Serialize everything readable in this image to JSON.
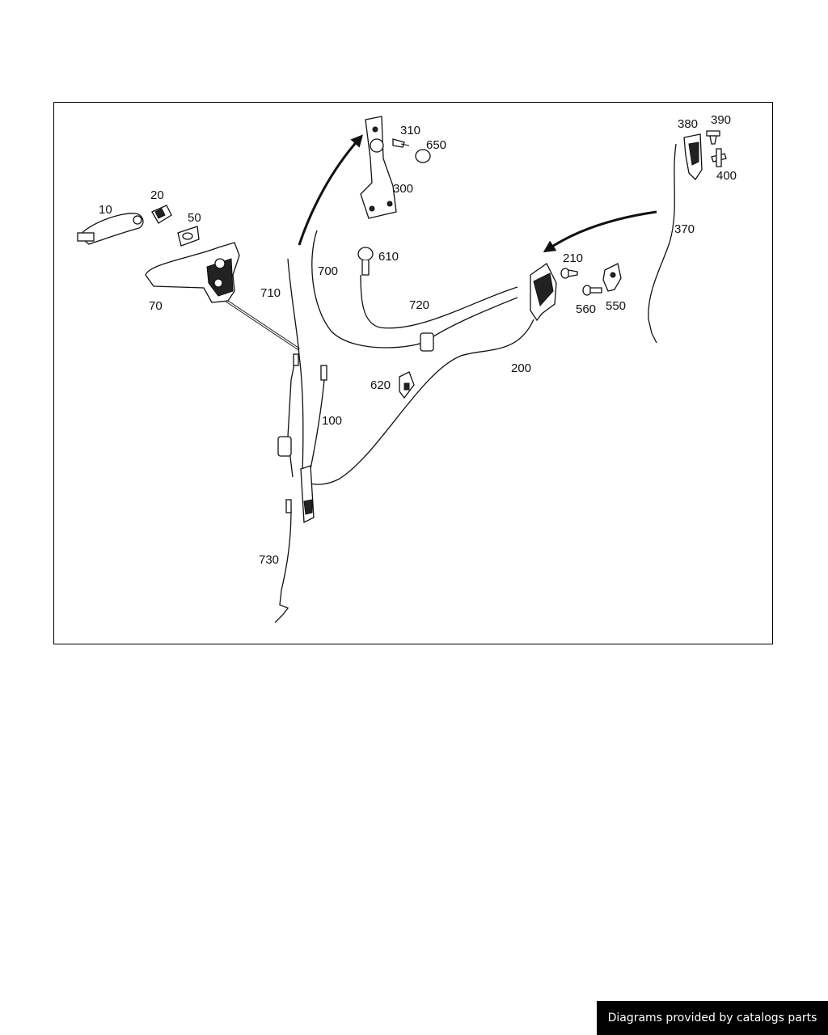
{
  "callouts": {
    "c10": "10",
    "c20": "20",
    "c50": "50",
    "c70": "70",
    "c100": "100",
    "c200": "200",
    "c210": "210",
    "c300": "300",
    "c310": "310",
    "c370": "370",
    "c380": "380",
    "c390": "390",
    "c400": "400",
    "c550": "550",
    "c560": "560",
    "c610": "610",
    "c620": "620",
    "c650": "650",
    "c700": "700",
    "c710": "710",
    "c720": "720",
    "c730": "730"
  },
  "footer": {
    "credit": "Diagrams provided by catalogs parts"
  }
}
